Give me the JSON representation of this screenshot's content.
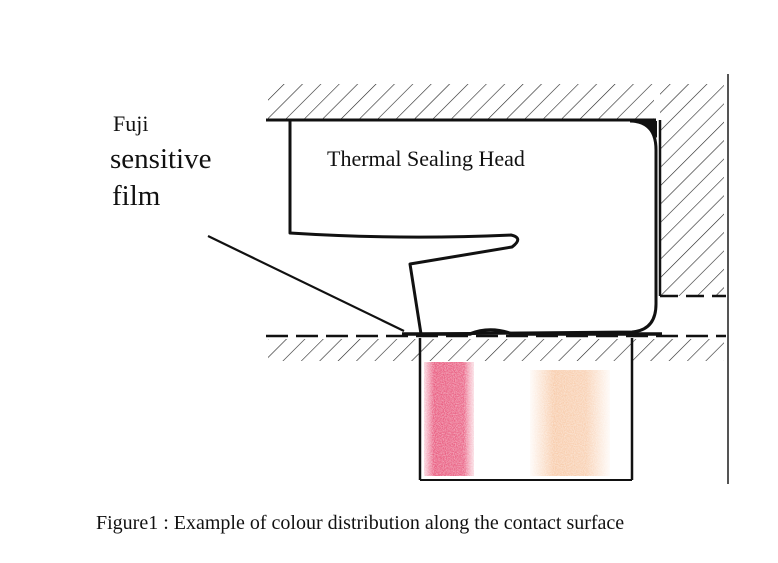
{
  "labels": {
    "fuji": "Fuji",
    "sensitive": "sensitive",
    "film": "film",
    "head": "Thermal Sealing Head"
  },
  "caption": {
    "prefix": "Figure",
    "number": "1",
    "text": " : Example of colour distribution along the contact surface"
  },
  "colors": {
    "line": "#111111",
    "pressure_strong": "#e8557a",
    "pressure_weak": "#f2a267"
  }
}
